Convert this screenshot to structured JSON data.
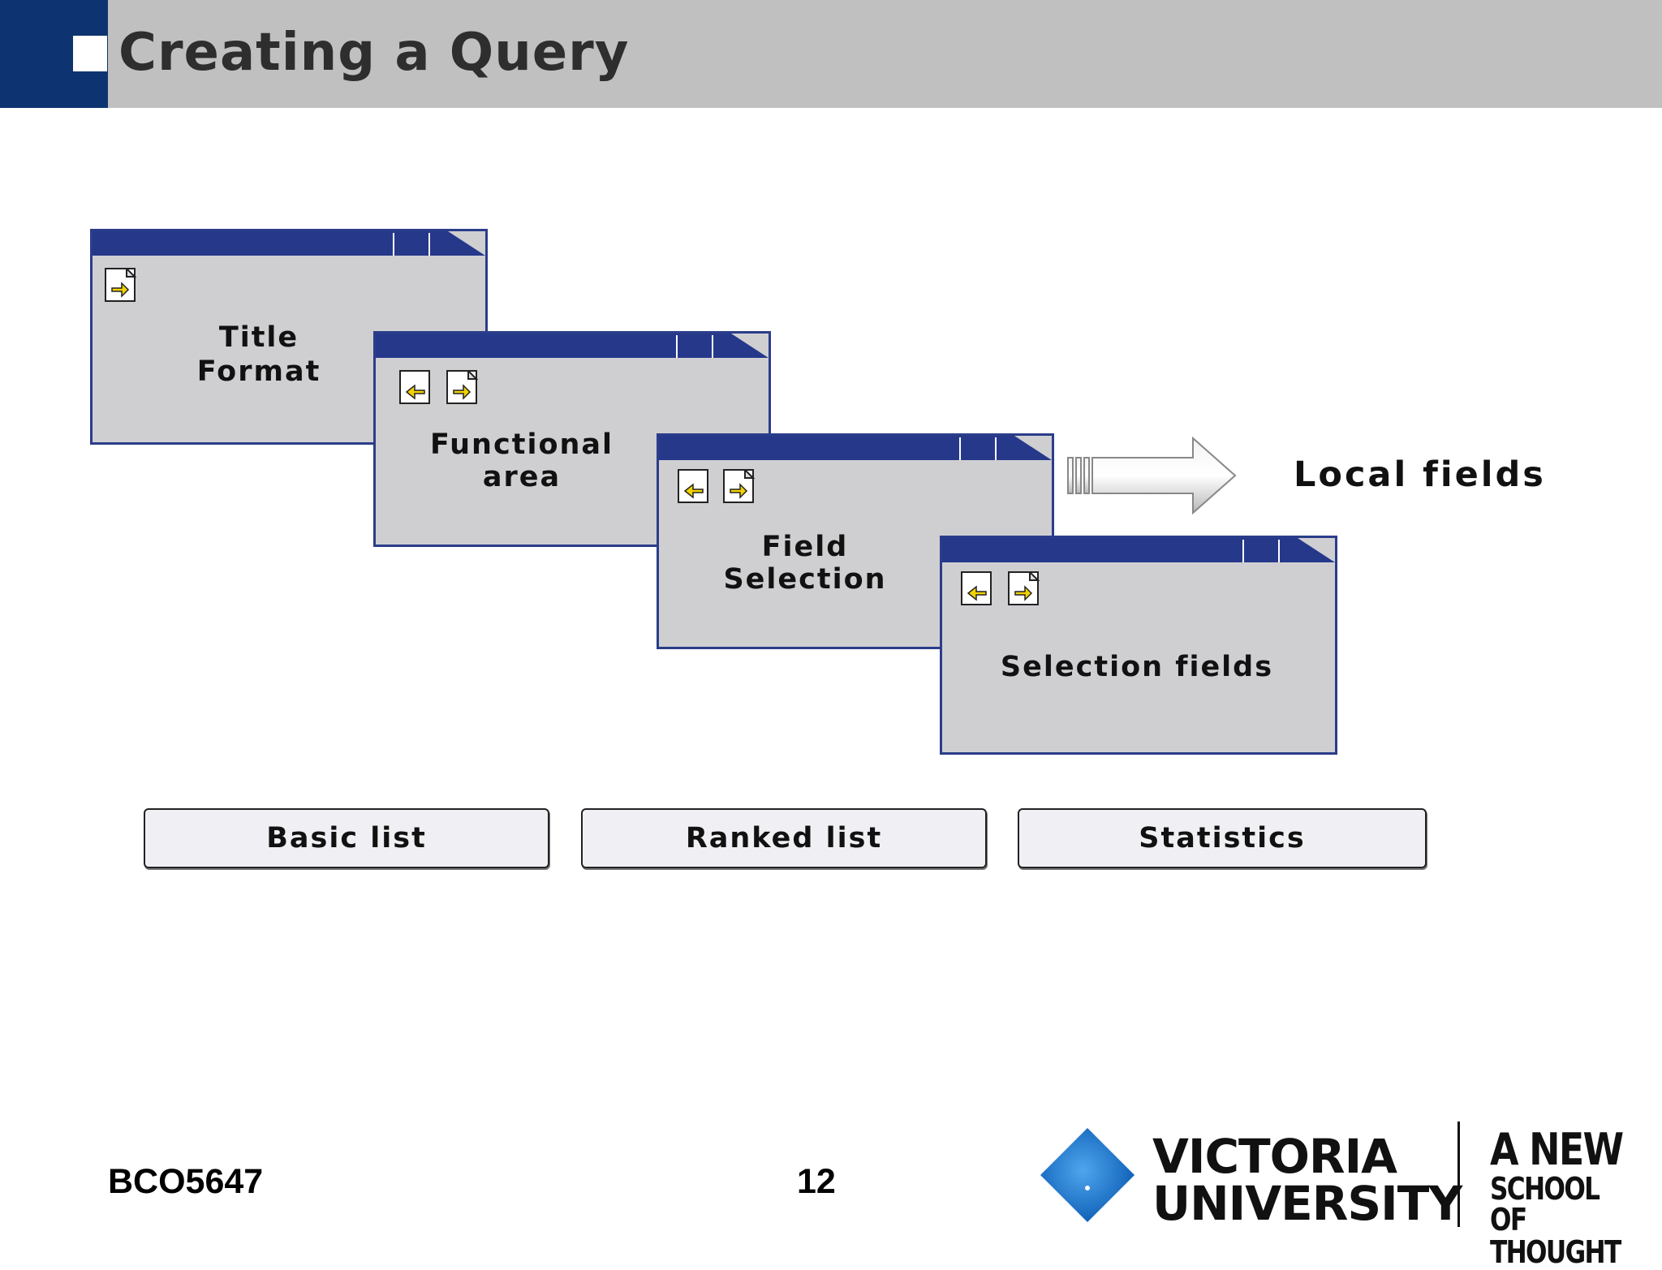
{
  "slide": {
    "title": "Creating a Query"
  },
  "windows": [
    {
      "label_line1": "Title",
      "label_line2": "Format"
    },
    {
      "label_line1": "Functional",
      "label_line2": "area"
    },
    {
      "label_line1": "Field",
      "label_line2": "Selection"
    },
    {
      "label_line1": "Selection fields",
      "label_line2": ""
    }
  ],
  "callout": {
    "label": "Local fields",
    "icon": "right-arrow-icon"
  },
  "buttons": {
    "basic_list": "Basic list",
    "ranked_list": "Ranked list",
    "statistics": "Statistics"
  },
  "footer": {
    "course_code": "BCO5647",
    "page_number": "12",
    "university_line1": "VICTORIA",
    "university_line2": "UNIVERSITY",
    "slogan_line1": "A NEW",
    "slogan_line2": "SCHOOL OF",
    "slogan_line3": "THOUGHT"
  },
  "colors": {
    "header_accent": "#0d3470",
    "header_bar": "#c0c0c0",
    "window_titlebar": "#26388a",
    "window_body": "#cfcfd2",
    "logo_blue": "#1a6fc4"
  }
}
